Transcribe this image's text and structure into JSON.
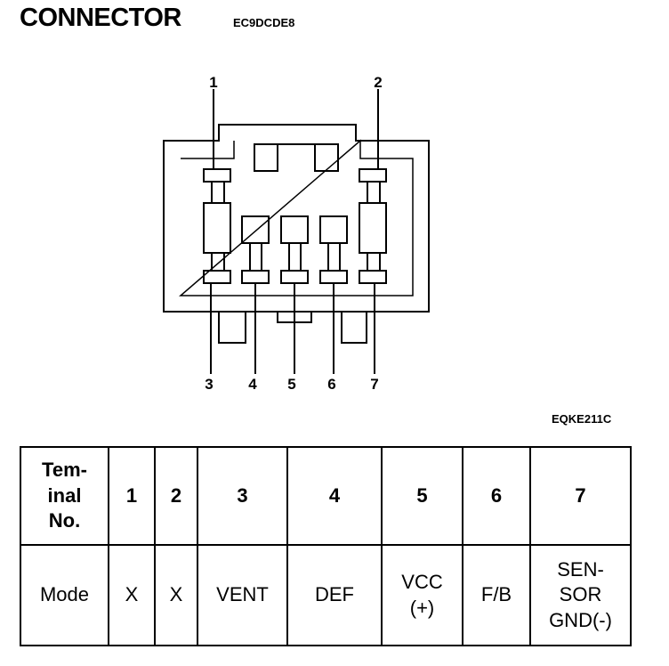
{
  "header": {
    "title": "CONNECTOR",
    "code": "EC9DCDE8"
  },
  "diagram": {
    "pins_top": [
      "1",
      "2"
    ],
    "pins_bottom": [
      "3",
      "4",
      "5",
      "6",
      "7"
    ],
    "figure_code": "EQKE211C"
  },
  "table": {
    "row_headers": [
      "Tem-\ninal\nNo.",
      "Mode"
    ],
    "terminals": [
      "1",
      "2",
      "3",
      "4",
      "5",
      "6",
      "7"
    ],
    "modes": [
      "X",
      "X",
      "VENT",
      "DEF",
      "VCC\n(+)",
      "F/B",
      "SEN-\nSOR\nGND(-)"
    ]
  }
}
